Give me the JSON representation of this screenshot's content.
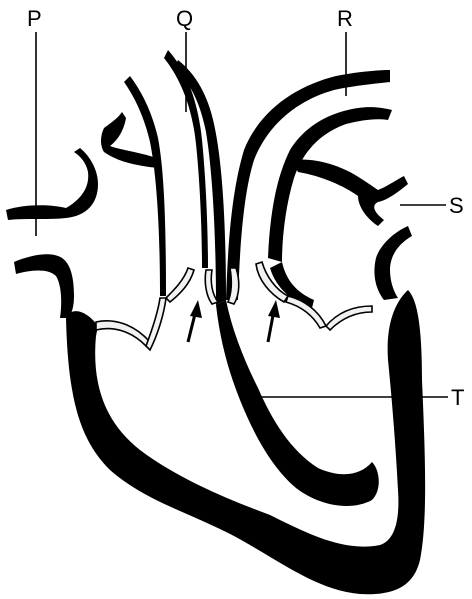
{
  "labels": {
    "p": "P",
    "q": "Q",
    "r": "R",
    "s": "S",
    "t": "T"
  },
  "colors": {
    "ink": "#000000",
    "paper": "#ffffff",
    "valve_fill": "#f2f2f2"
  }
}
